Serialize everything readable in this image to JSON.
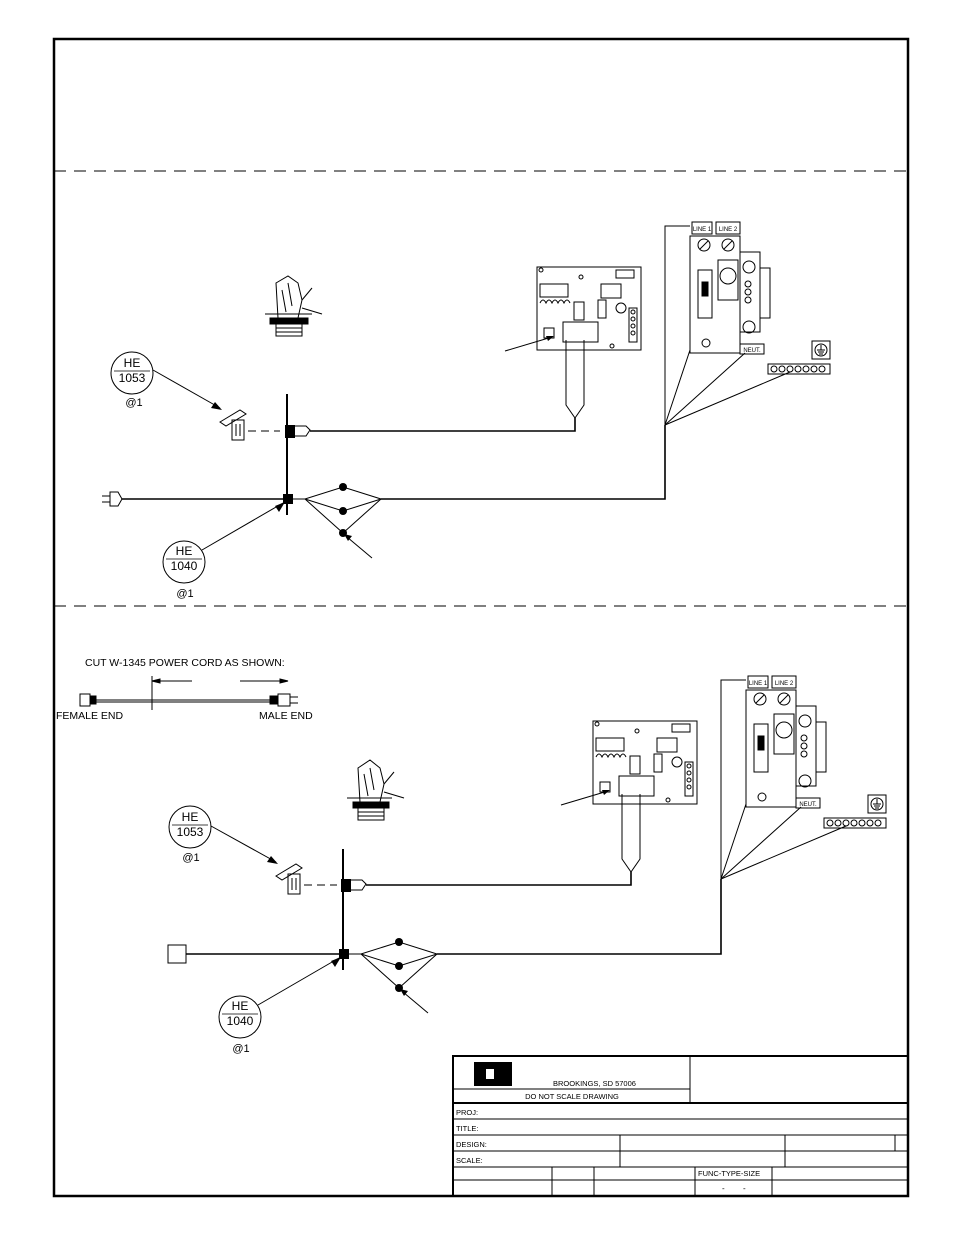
{
  "sheet": {
    "cut_note": "CUT W-1345 POWER CORD AS SHOWN:",
    "female_end": "FEMALE END",
    "male_end": "MALE END"
  },
  "top_section": {
    "callout_upper": {
      "line1": "HE",
      "line2": "1053",
      "qty": "@1"
    },
    "callout_lower": {
      "line1": "HE",
      "line2": "1040",
      "qty": "@1"
    },
    "breaker": {
      "line1": "LINE 1",
      "line2": "LINE 2",
      "neutral": "NEUT."
    }
  },
  "bottom_section": {
    "callout_upper": {
      "line1": "HE",
      "line2": "1053",
      "qty": "@1"
    },
    "callout_lower": {
      "line1": "HE",
      "line2": "1040",
      "qty": "@1"
    },
    "breaker": {
      "line1": "LINE 1",
      "line2": "LINE 2",
      "neutral": "NEUT."
    }
  },
  "title_block": {
    "location": "BROOKINGS, SD  57006",
    "no_scale": "DO NOT SCALE DRAWING",
    "proj_label": "PROJ:",
    "title_label": "TITLE:",
    "design_label": "DESIGN:",
    "scale_label": "SCALE:",
    "func_type_size": "FUNC-TYPE-SIZE",
    "dash1": "-",
    "dash2": "-"
  }
}
